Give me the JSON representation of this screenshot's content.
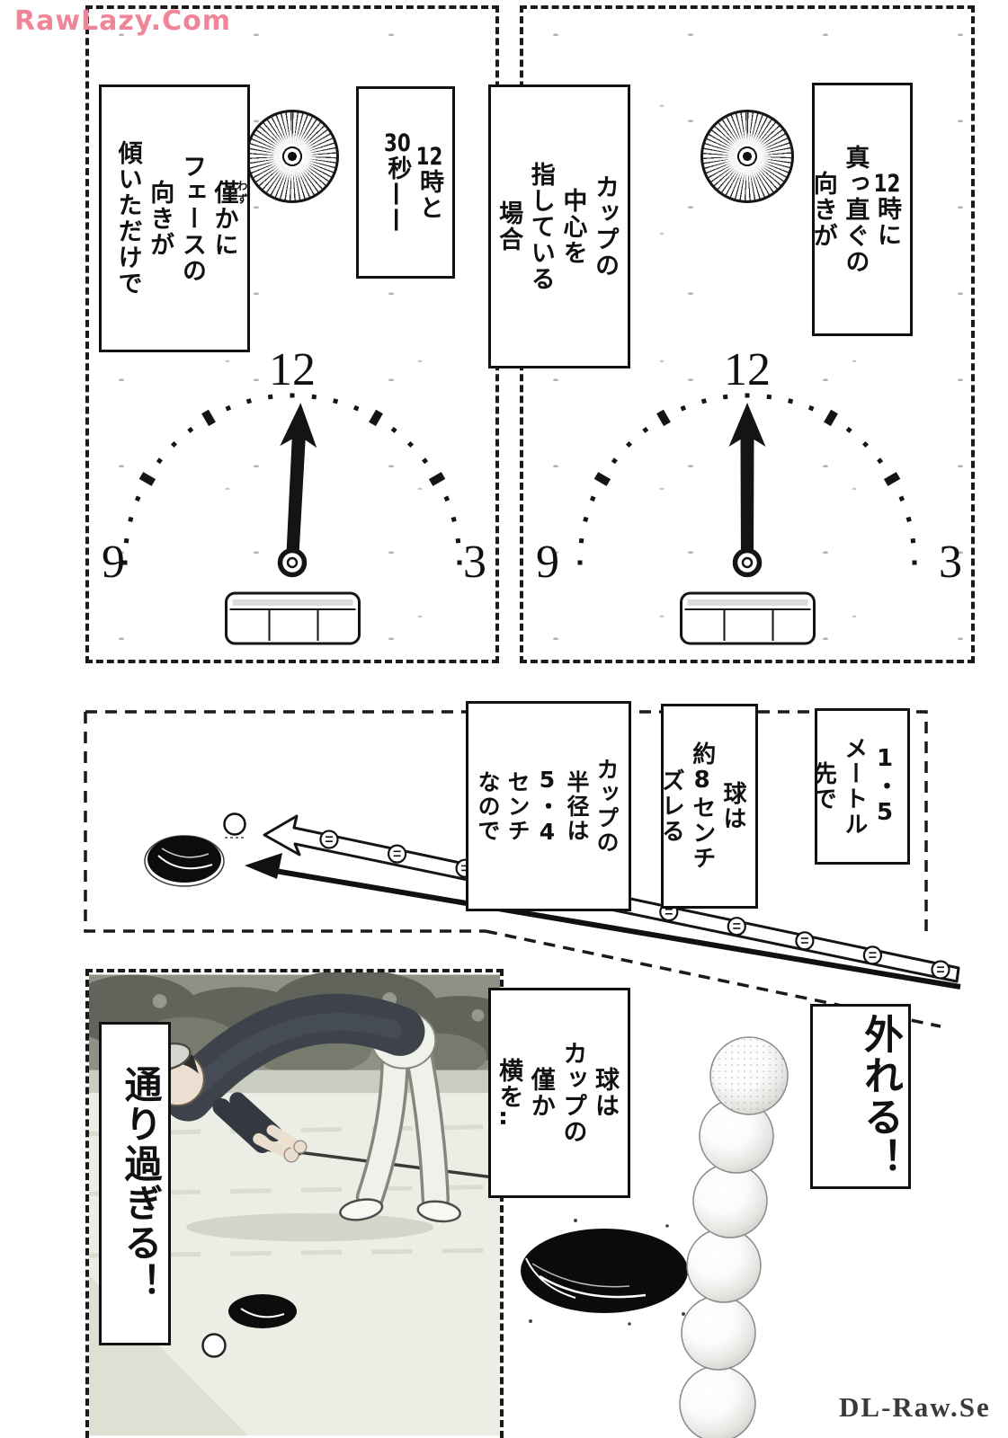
{
  "watermark_top": "RawLazy.Com",
  "watermark_bottom": "DL-Raw.Se",
  "clock": {
    "twelve": "12",
    "nine": "9",
    "three": "3"
  },
  "bubbles": {
    "direction_straight": {
      "n1": "12",
      "t1": "時に",
      "t2": "真っ直ぐの",
      "t3": "向きが"
    },
    "cup_center": {
      "t1": "カップの",
      "t2": "中心を",
      "t3": "指している",
      "t4": "場合"
    },
    "twelve_thirty": {
      "n1": "12",
      "t1": "時と",
      "n2": "30",
      "t2": "秒——"
    },
    "face_tilt": {
      "rb": "僅",
      "rt": "わず",
      "t1": "かに",
      "t2": "フェースの",
      "t3": "向きが",
      "t4": "傾いただけで"
    },
    "distance": {
      "t1": "1・5",
      "t2": "メートル",
      "t3": "先で"
    },
    "deviation": {
      "t1": "球は",
      "t2": "約8センチ",
      "t3": "ズレる"
    },
    "cup_radius": {
      "t1": "カップの",
      "t2": "半径は",
      "t3": "5・4",
      "t4": "センチ",
      "t5": "なので"
    },
    "ball_beside": {
      "t1": "球は",
      "t2": "カップの",
      "t3": "僅か",
      "t4": "横を‥"
    },
    "miss": {
      "t": "外れる！"
    },
    "pass_by": {
      "t": "通り過ぎる！"
    }
  }
}
